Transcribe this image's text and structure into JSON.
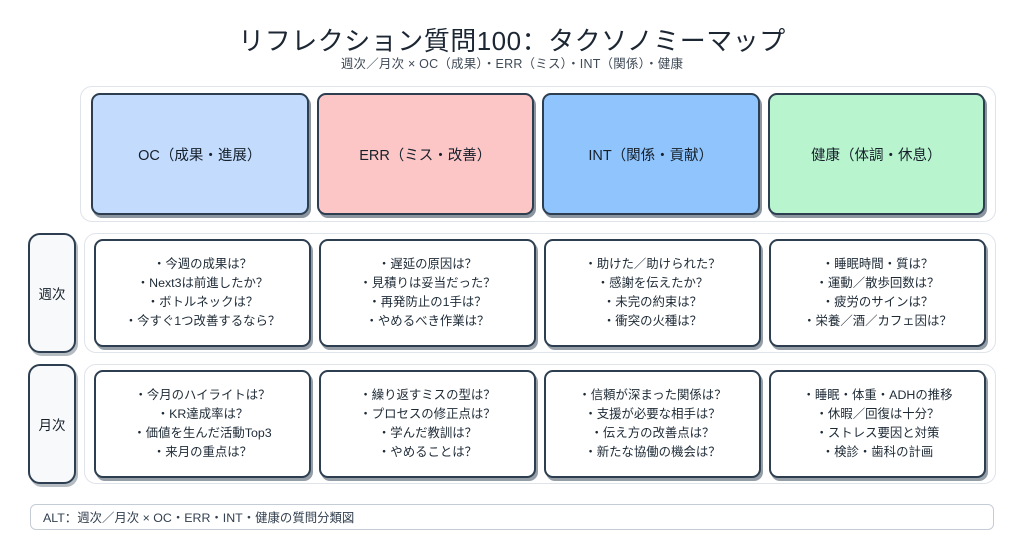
{
  "title": {
    "main": "リフレクション質問100：タクソノミーマップ",
    "sub": "週次／月次 × OC（成果）・ERR（ミス）・INT（関係）・健康"
  },
  "colors": {
    "oc": "#c3dcfd",
    "err": "#fdc6c6",
    "int": "#8fc4fd",
    "health": "#b8f5ce",
    "border": "#2c3e50",
    "row_label_bg": "#f8f9fb"
  },
  "columns": [
    {
      "key": "oc",
      "label": "OC（成果・進展）",
      "color": "#c3dcfd"
    },
    {
      "key": "err",
      "label": "ERR（ミス・改善）",
      "color": "#fdc6c6"
    },
    {
      "key": "int",
      "label": "INT（関係・貢献）",
      "color": "#8fc4fd"
    },
    {
      "key": "health",
      "label": "健康（体調・休息）",
      "color": "#b8f5ce"
    }
  ],
  "rows": [
    {
      "key": "weekly",
      "label": "週次",
      "cells": {
        "oc": "・今週の成果は？\n・Next3は前進したか？\n・ボトルネックは？\n・今すぐ1つ改善するなら？",
        "err": "・遅延の原因は？\n・見積りは妥当だった？\n・再発防止の1手は？\n・やめるべき作業は？",
        "int": "・助けた／助けられた？\n・感謝を伝えたか？\n・未完の約束は？\n・衝突の火種は？",
        "health": "・睡眠時間・質は？\n・運動／散歩回数は？\n・疲労のサインは？\n・栄養／酒／カフェ因は？"
      }
    },
    {
      "key": "monthly",
      "label": "月次",
      "cells": {
        "oc": "・今月のハイライトは？\n・KR達成率は？\n・価値を生んだ活動Top3\n・来月の重点は？",
        "err": "・繰り返すミスの型は？\n・プロセスの修正点は？\n・学んだ教訓は？\n・やめることは？",
        "int": "・信頼が深まった関係は？\n・支援が必要な相手は？\n・伝え方の改善点は？\n・新たな協働の機会は？",
        "health": "・睡眠・体重・ADHの推移\n・休暇／回復は十分？\n・ストレス要因と対策\n・検診・歯科の計画"
      }
    }
  ],
  "alt_caption": "ALT：週次／月次 × OC・ERR・INT・健康の質問分類図"
}
